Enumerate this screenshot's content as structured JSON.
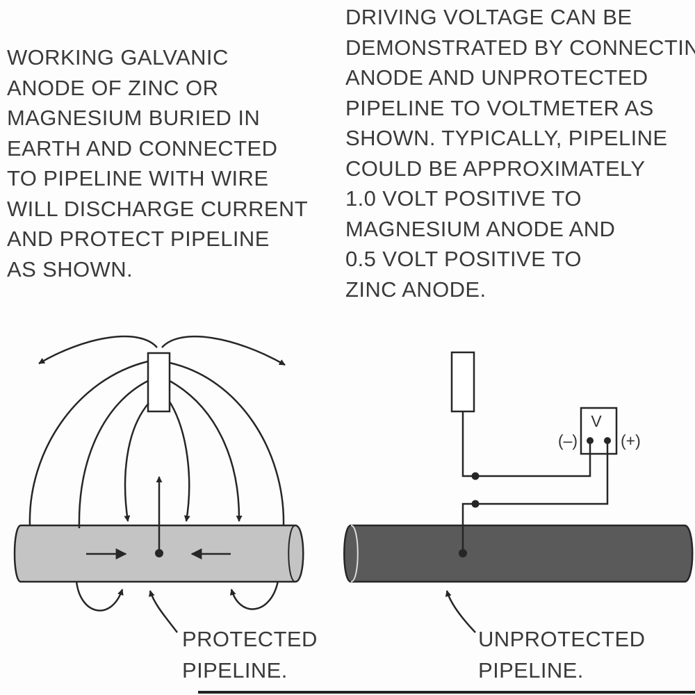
{
  "left_caption": "WORKING GALVANIC\nANODE OF ZINC OR\nMAGNESIUM BURIED IN\nEARTH AND CONNECTED\nTO PIPELINE WITH WIRE\nWILL DISCHARGE CURRENT\nAND PROTECT PIPELINE\nAS SHOWN.",
  "right_caption": "DRIVING VOLTAGE CAN BE\nDEMONSTRATED BY CONNECTING\nANODE AND UNPROTECTED\nPIPELINE TO VOLTMETER AS\nSHOWN. TYPICALLY, PIPELINE\nCOULD BE APPROXIMATELY\n1.0 VOLT POSITIVE TO\nMAGNESIUM ANODE AND\n0.5 VOLT POSITIVE TO\nZINC ANODE.",
  "protected_label": "PROTECTED\nPIPELINE.",
  "unprotected_label": "UNPROTECTED\nPIPELINE.",
  "voltmeter": {
    "symbol": "V",
    "negative_terminal": "(–)",
    "positive_terminal": "(+)"
  },
  "colors": {
    "protected_pipe": "#c4c4c4",
    "unprotected_pipe": "#5a5a5a",
    "line": "#262626"
  }
}
